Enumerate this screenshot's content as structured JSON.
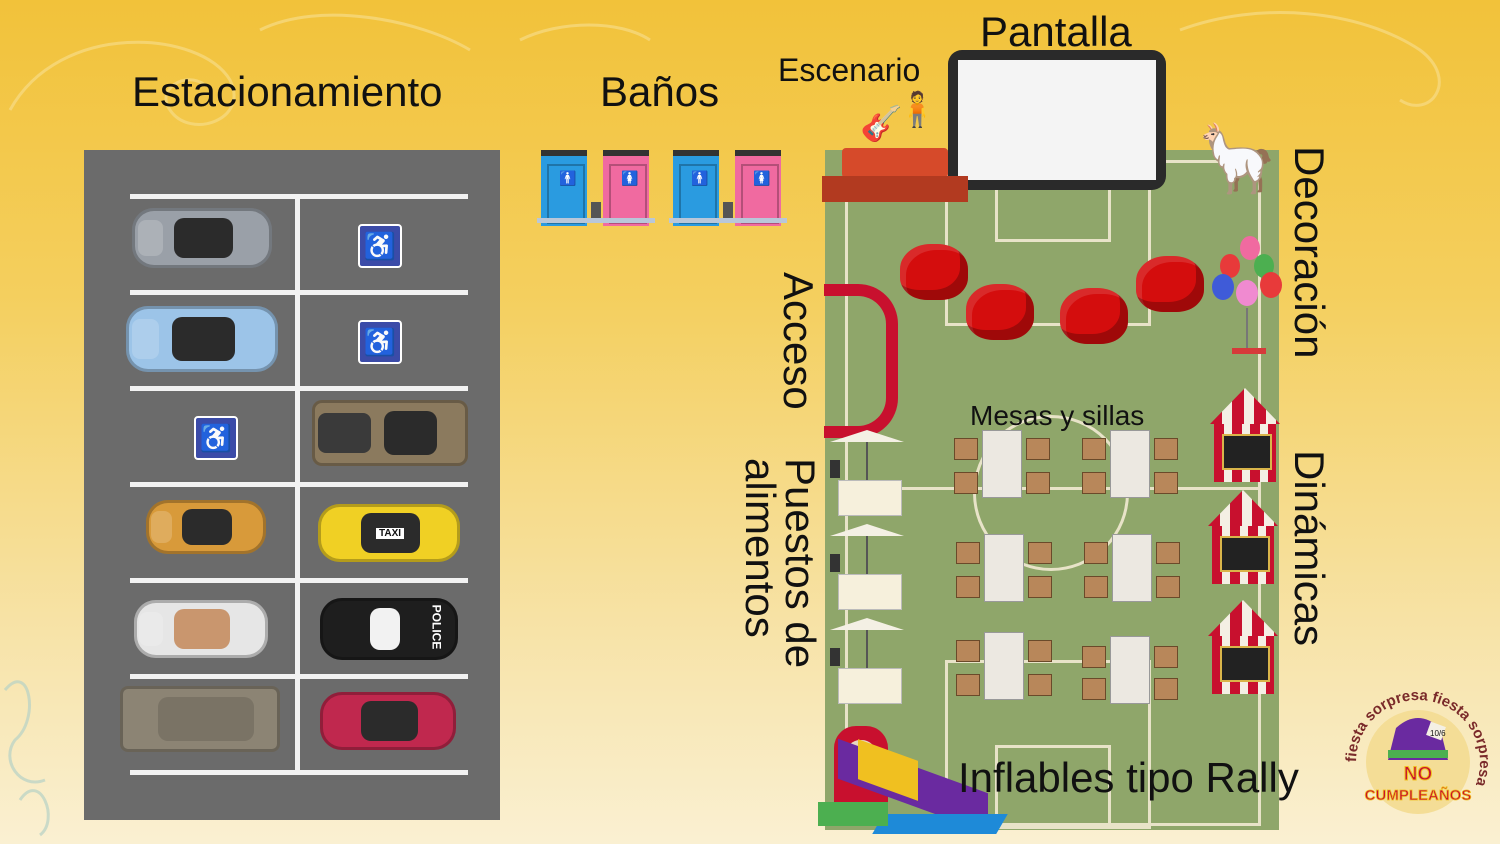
{
  "labels": {
    "parking": "Estacionamiento",
    "restrooms": "Baños",
    "stage": "Escenario",
    "screen": "Pantalla",
    "decoration": "Decoración",
    "access": "Acceso",
    "tables": "Mesas y sillas",
    "food_stands": "Puestos de alimentos",
    "activities": "Dinámicas",
    "inflatables": "Inflables tipo Rally"
  },
  "logo": {
    "main": "NO CUMPLEAÑOS",
    "ring": "fiesta sorpresa fiesta sorpresa",
    "hat_tag": "10/6"
  },
  "parking_cars": [
    {
      "slot": "left-1",
      "color": "#9aa0a8"
    },
    {
      "slot": "left-2",
      "color": "#9cc4e8"
    },
    {
      "slot": "left-4",
      "color": "#d89a3a"
    },
    {
      "slot": "left-5",
      "color": "#e6e6e6"
    },
    {
      "slot": "left-6",
      "color": "#8c8474"
    },
    {
      "slot": "right-3",
      "color": "#8b7a5e"
    },
    {
      "slot": "right-4",
      "color": "#f0d024",
      "text": "TAXI"
    },
    {
      "slot": "right-5",
      "color": "#1e1e1e",
      "text": "POLICE"
    },
    {
      "slot": "right-6",
      "color": "#c0284e"
    }
  ],
  "colors": {
    "parking_lot": "#6b6b6b",
    "field": "#8fa66a",
    "beanbag": "#d40d0d",
    "restroom_men": "#2a9be0",
    "restroom_women": "#f06aa0"
  }
}
